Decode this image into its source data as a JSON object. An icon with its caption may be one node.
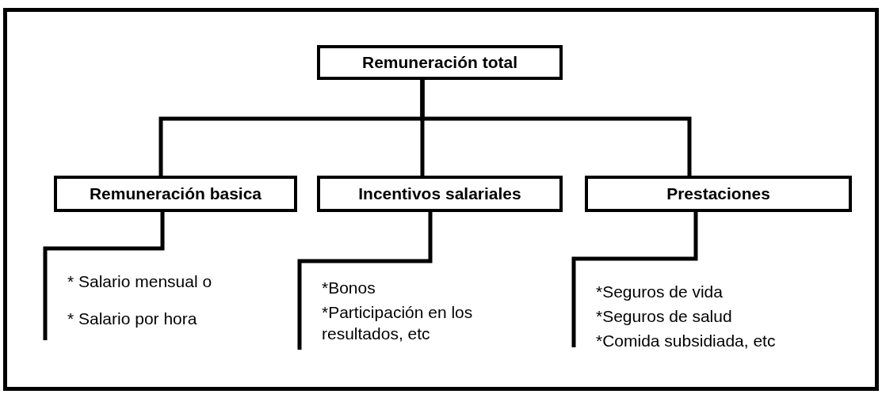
{
  "diagram": {
    "nodes": [
      {
        "text": [
          "Remuneración total"
        ]
      },
      {
        "text": [
          "Remuneración basica"
        ]
      },
      {
        "text": [
          "Incentivos salariales"
        ]
      },
      {
        "text": [
          "Prestaciones"
        ]
      },
      {
        "text": [
          "* Salario mensual o",
          "* Salario por hora"
        ]
      },
      {
        "text": [
          "*Bonos",
          "*Participación en los resultados, etc"
        ]
      },
      {
        "text": [
          "*Seguros de vida",
          "*Seguros de salud",
          "*Comida subsidiada, etc"
        ]
      }
    ],
    "edges": [
      {
        "from": 0,
        "to": 1,
        "arrow": "none"
      },
      {
        "from": 0,
        "to": 2,
        "arrow": "none"
      },
      {
        "from": 0,
        "to": 3,
        "arrow": "none"
      },
      {
        "from": 1,
        "to": 4,
        "arrow": "none"
      },
      {
        "from": 2,
        "to": 5,
        "arrow": "none"
      },
      {
        "from": 3,
        "to": 6,
        "arrow": "none"
      }
    ]
  }
}
